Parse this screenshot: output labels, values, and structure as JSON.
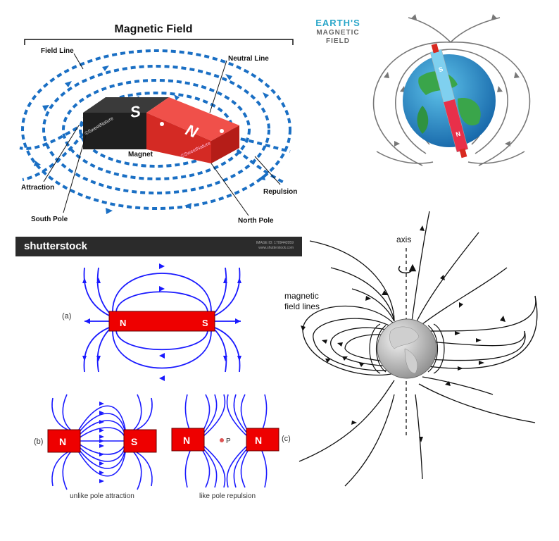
{
  "colors": {
    "field_blue": "#1a6fc4",
    "magnet_red": "#e8302a",
    "magnet_black": "#2a2a2a",
    "earth_title": "#2aa6c9",
    "earth_subtitle": "#666666",
    "diagram_line_blue": "#1a1aff",
    "banner_bg": "#2b2b2b"
  },
  "panel1": {
    "title": "Magnetic Field",
    "labels": {
      "field_line": "Field Line",
      "neutral_line": "Neutral Line",
      "magnet": "Magnet",
      "attraction": "Attraction",
      "repulsion": "Repulsion",
      "south_pole": "South Pole",
      "north_pole": "North Pole",
      "pole_s": "S",
      "pole_n": "N",
      "watermark": "©SweetNature"
    },
    "banner": {
      "logo": "shutterstock",
      "image_id": "IMAGE ID: 1709442059",
      "site": "www.shutterstock.com"
    }
  },
  "panel2": {
    "title_line1": "Earth's",
    "title_line2": "Magnetic",
    "title_line3": "Field",
    "pole_s": "S",
    "pole_n": "N"
  },
  "panel3": {
    "a": {
      "tag": "(a)",
      "pole_left": "N",
      "pole_right": "S"
    },
    "b": {
      "tag": "(b)",
      "pole_left": "N",
      "pole_right": "S",
      "caption": "unlike pole attraction"
    },
    "c": {
      "tag": "(c)",
      "pole_left": "N",
      "pole_right": "N",
      "point": "P",
      "caption": "like pole repulsion"
    }
  },
  "panel4": {
    "axis_label": "axis",
    "field_lines_line1": "magnetic",
    "field_lines_line2": "field lines"
  }
}
